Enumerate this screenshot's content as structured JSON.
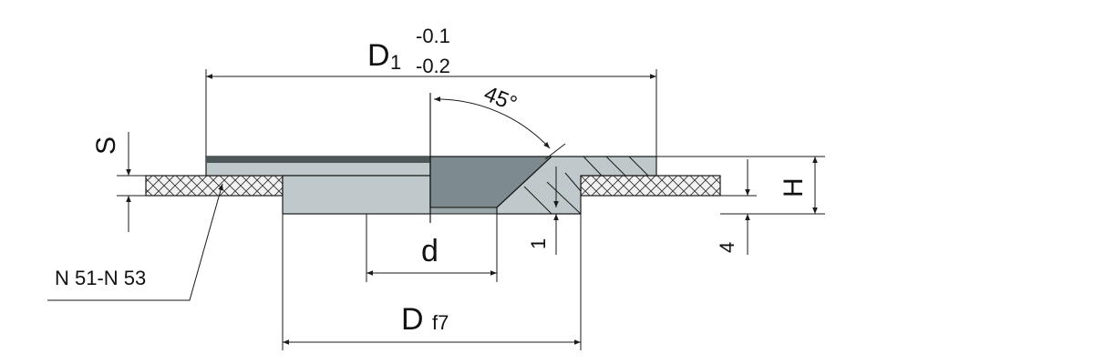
{
  "labels": {
    "d1_main": "D",
    "d1_sub": "1",
    "d1_tol_upper": "-0.1",
    "d1_tol_lower": "-0.2",
    "angle": "45°",
    "s": "S",
    "h": "H",
    "d": "d",
    "df7_main": "D",
    "df7_sub": "f7",
    "dim_1": "1",
    "dim_4": "4",
    "part_ref": "N 51-N 53"
  },
  "colors": {
    "line": "#1a1a1a",
    "light_steel": "#bfc9cc",
    "dark_steel": "#7d8b90",
    "top_edge": "#4d5759",
    "hatch_bg": "#f2f2f2",
    "hatch_line": "#333333"
  }
}
